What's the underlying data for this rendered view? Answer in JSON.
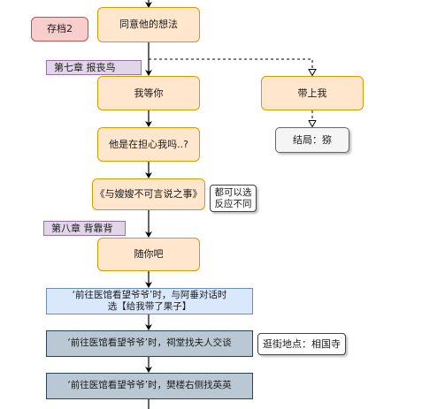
{
  "nodes": {
    "save_slot": "存档2",
    "agree_idea": "同意他的想法",
    "chapter7": "第七章 报丧鸟",
    "wait_you": "我等你",
    "take_me": "带上我",
    "ending_label": "结局：猕",
    "worry": "他是在担心我吗..?",
    "unspeakable": "《与嫂嫂不可言说之事》",
    "note_reaction": "都可以选\n反应不同",
    "chapter8": "第八章 背靠背",
    "as_you_wish": "随你吧",
    "hospital_talk": "‘前往医馆看望爷爷’时，与阿垂对话时\n选【给我带了果子】",
    "hospital_madam": "‘前往医馆看望爷爷’时，祠堂找夫人交谈",
    "stroll_location": "逛街地点：相国寺",
    "hospital_yingying": "‘前往医馆看望爷爷’时，樊楼右侧找英英"
  }
}
